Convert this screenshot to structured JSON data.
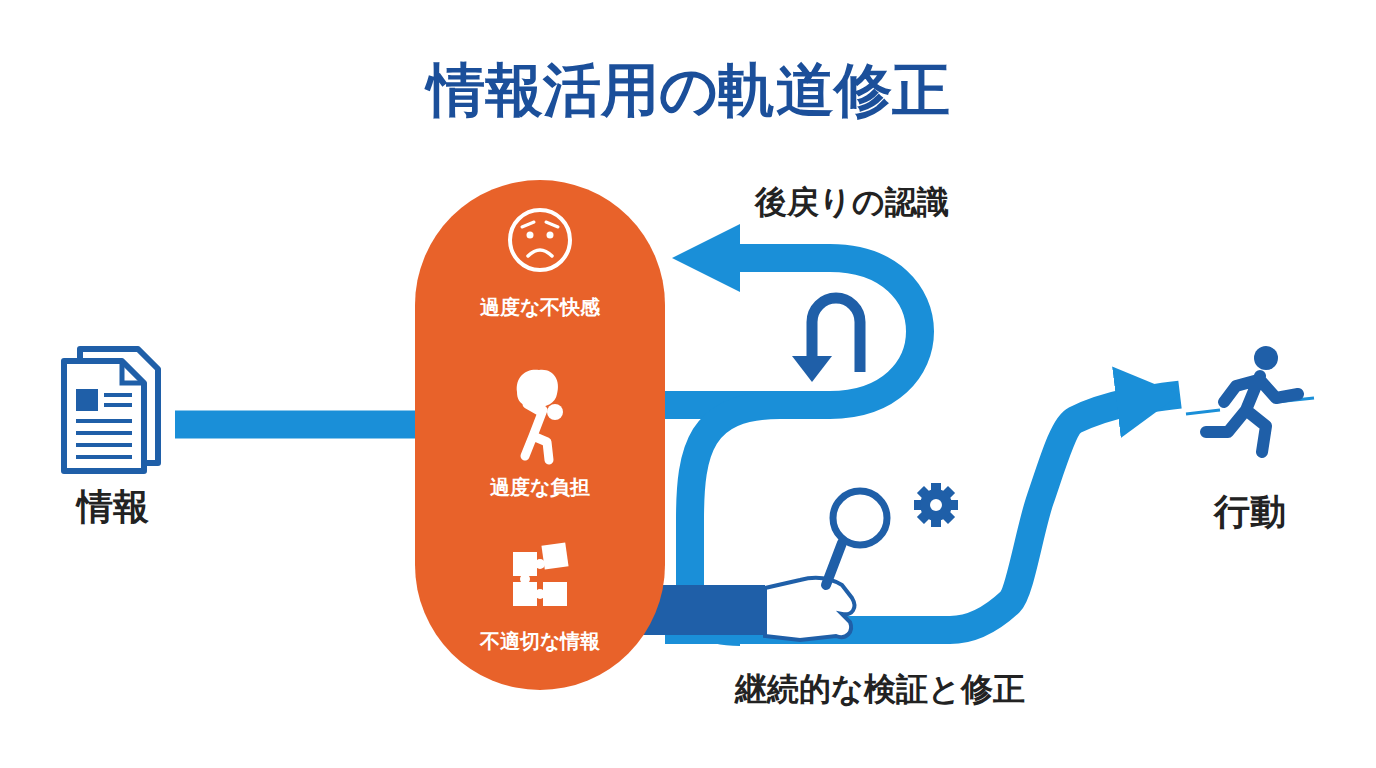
{
  "diagram": {
    "title": "情報活用の軌道修正",
    "nodes": [
      {
        "text": [
          "情報"
        ]
      },
      {
        "text": [
          "過度な不快感",
          "過度な負担",
          "不適切な情報"
        ]
      },
      {
        "text": [
          "行動"
        ]
      }
    ],
    "edges": [
      {
        "from": 0,
        "to": 1,
        "arrow": "none"
      },
      {
        "from": 1,
        "to": 2,
        "arrow": "to"
      }
    ],
    "labels": [
      "後戻りの認識",
      "継続的な検証と修正"
    ]
  }
}
